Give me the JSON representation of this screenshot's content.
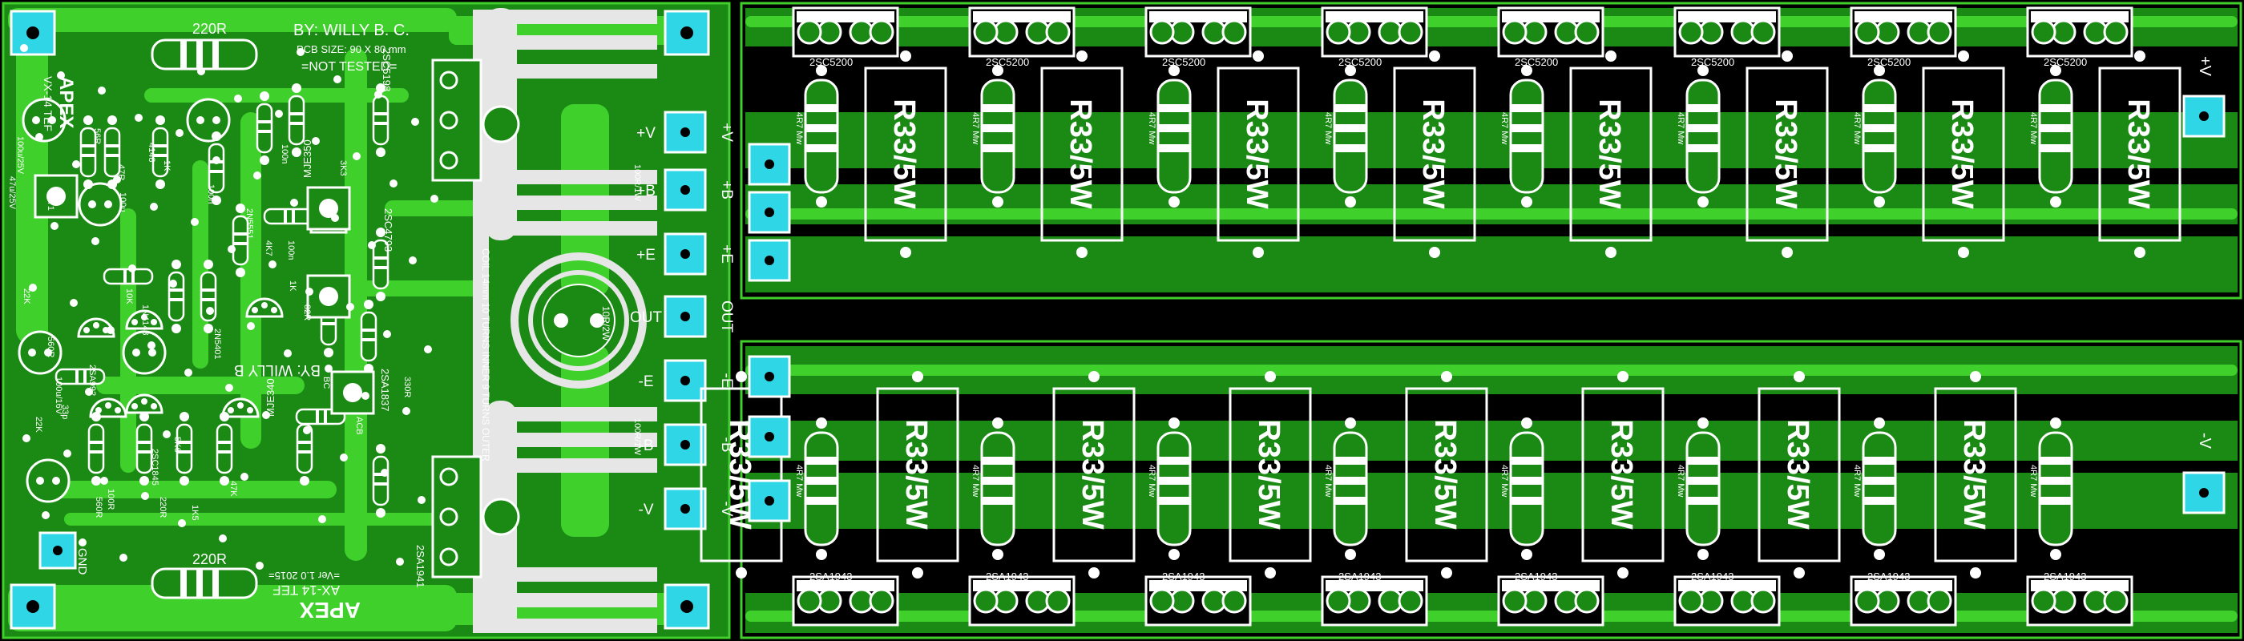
{
  "colors": {
    "board": "#1a8a14",
    "trace": "#3fd02c",
    "silk": "#ffffff",
    "pad": "#2fd6e6",
    "heatsink": "#e6e6e6",
    "background": "#000000"
  },
  "amp": {
    "author": "BY: WILLY B. C.",
    "pcb_size": "PCB SIZE: 90 X 80 mm",
    "not_tested": "=NOT TESTED=",
    "author_mirror": "BY: WILLY B",
    "model": "AX-14 TEF",
    "version": "=Ver 1.0 2015=",
    "brand": "APEX",
    "brand_side": "APEX",
    "model_side": "VX-14 TEF",
    "r_top": "220R",
    "r_bottom": "220R",
    "gnd": "GND",
    "coil": "COIL 14mm  10 TURNS INNER  9 TURNS OUTER",
    "coil_res": "10R/2W",
    "q_top": "2SC5198",
    "q_bottom": "2SA1941",
    "q_drv_top": "2SC4793",
    "q_drv_bottom": "2SA1837",
    "mje350": "MJE350",
    "mje340": "MJE340",
    "r100_1": "100R/1W",
    "r100_2": "100R/1W",
    "misc_labels": [
      "56R",
      "1K",
      "4148",
      "47R",
      "100n",
      "10K",
      "22K",
      "560R",
      "100u/16V",
      "2SA992",
      "2SC1845",
      "33p",
      "22K",
      "5K6",
      "100R",
      "220R",
      "47K",
      "4K7",
      "2N5551",
      "2N5401",
      "1N4148",
      "82R",
      "3K3",
      "100n",
      "1K",
      "BC",
      "ACB",
      "330R",
      "47u/25V",
      "100u",
      "T1",
      "100u/25V",
      "100n",
      "560R",
      "1K5"
    ],
    "pads_right": [
      "+V",
      "+B",
      "+E",
      "OUT",
      "-E",
      "-B",
      "-V"
    ]
  },
  "power_top": {
    "label": "+V",
    "pads": [
      "+V",
      "+B",
      "+E"
    ],
    "transistor": "2SC5200",
    "resistor": "R33/5W",
    "small_res": "4R7 Mw",
    "count": 8
  },
  "power_bottom": {
    "label": "-V",
    "pads": [
      "-E",
      "-B",
      "-V"
    ],
    "transistor": "2SA1943",
    "resistor": "R33/5W",
    "small_res": "4R7 Mw",
    "count": 8
  }
}
